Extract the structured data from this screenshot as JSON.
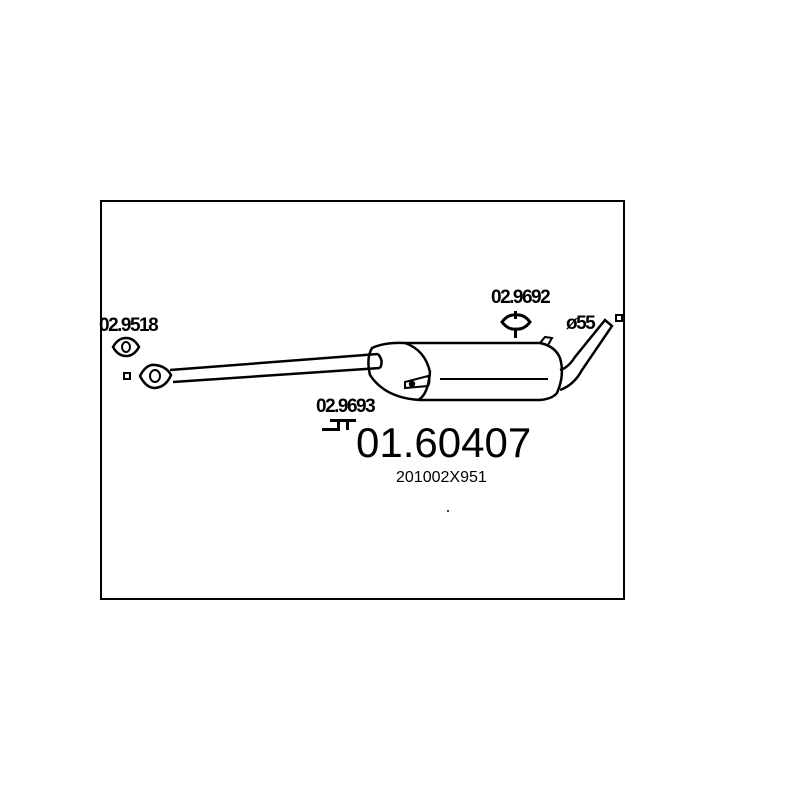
{
  "diagram": {
    "part_number": "01.60407",
    "oem_reference": "201002X951",
    "callouts": {
      "gasket": "02.9518",
      "rubber_hanger": "02.9692",
      "mounting_bracket": "02.9693",
      "diameter": "ø55"
    }
  }
}
